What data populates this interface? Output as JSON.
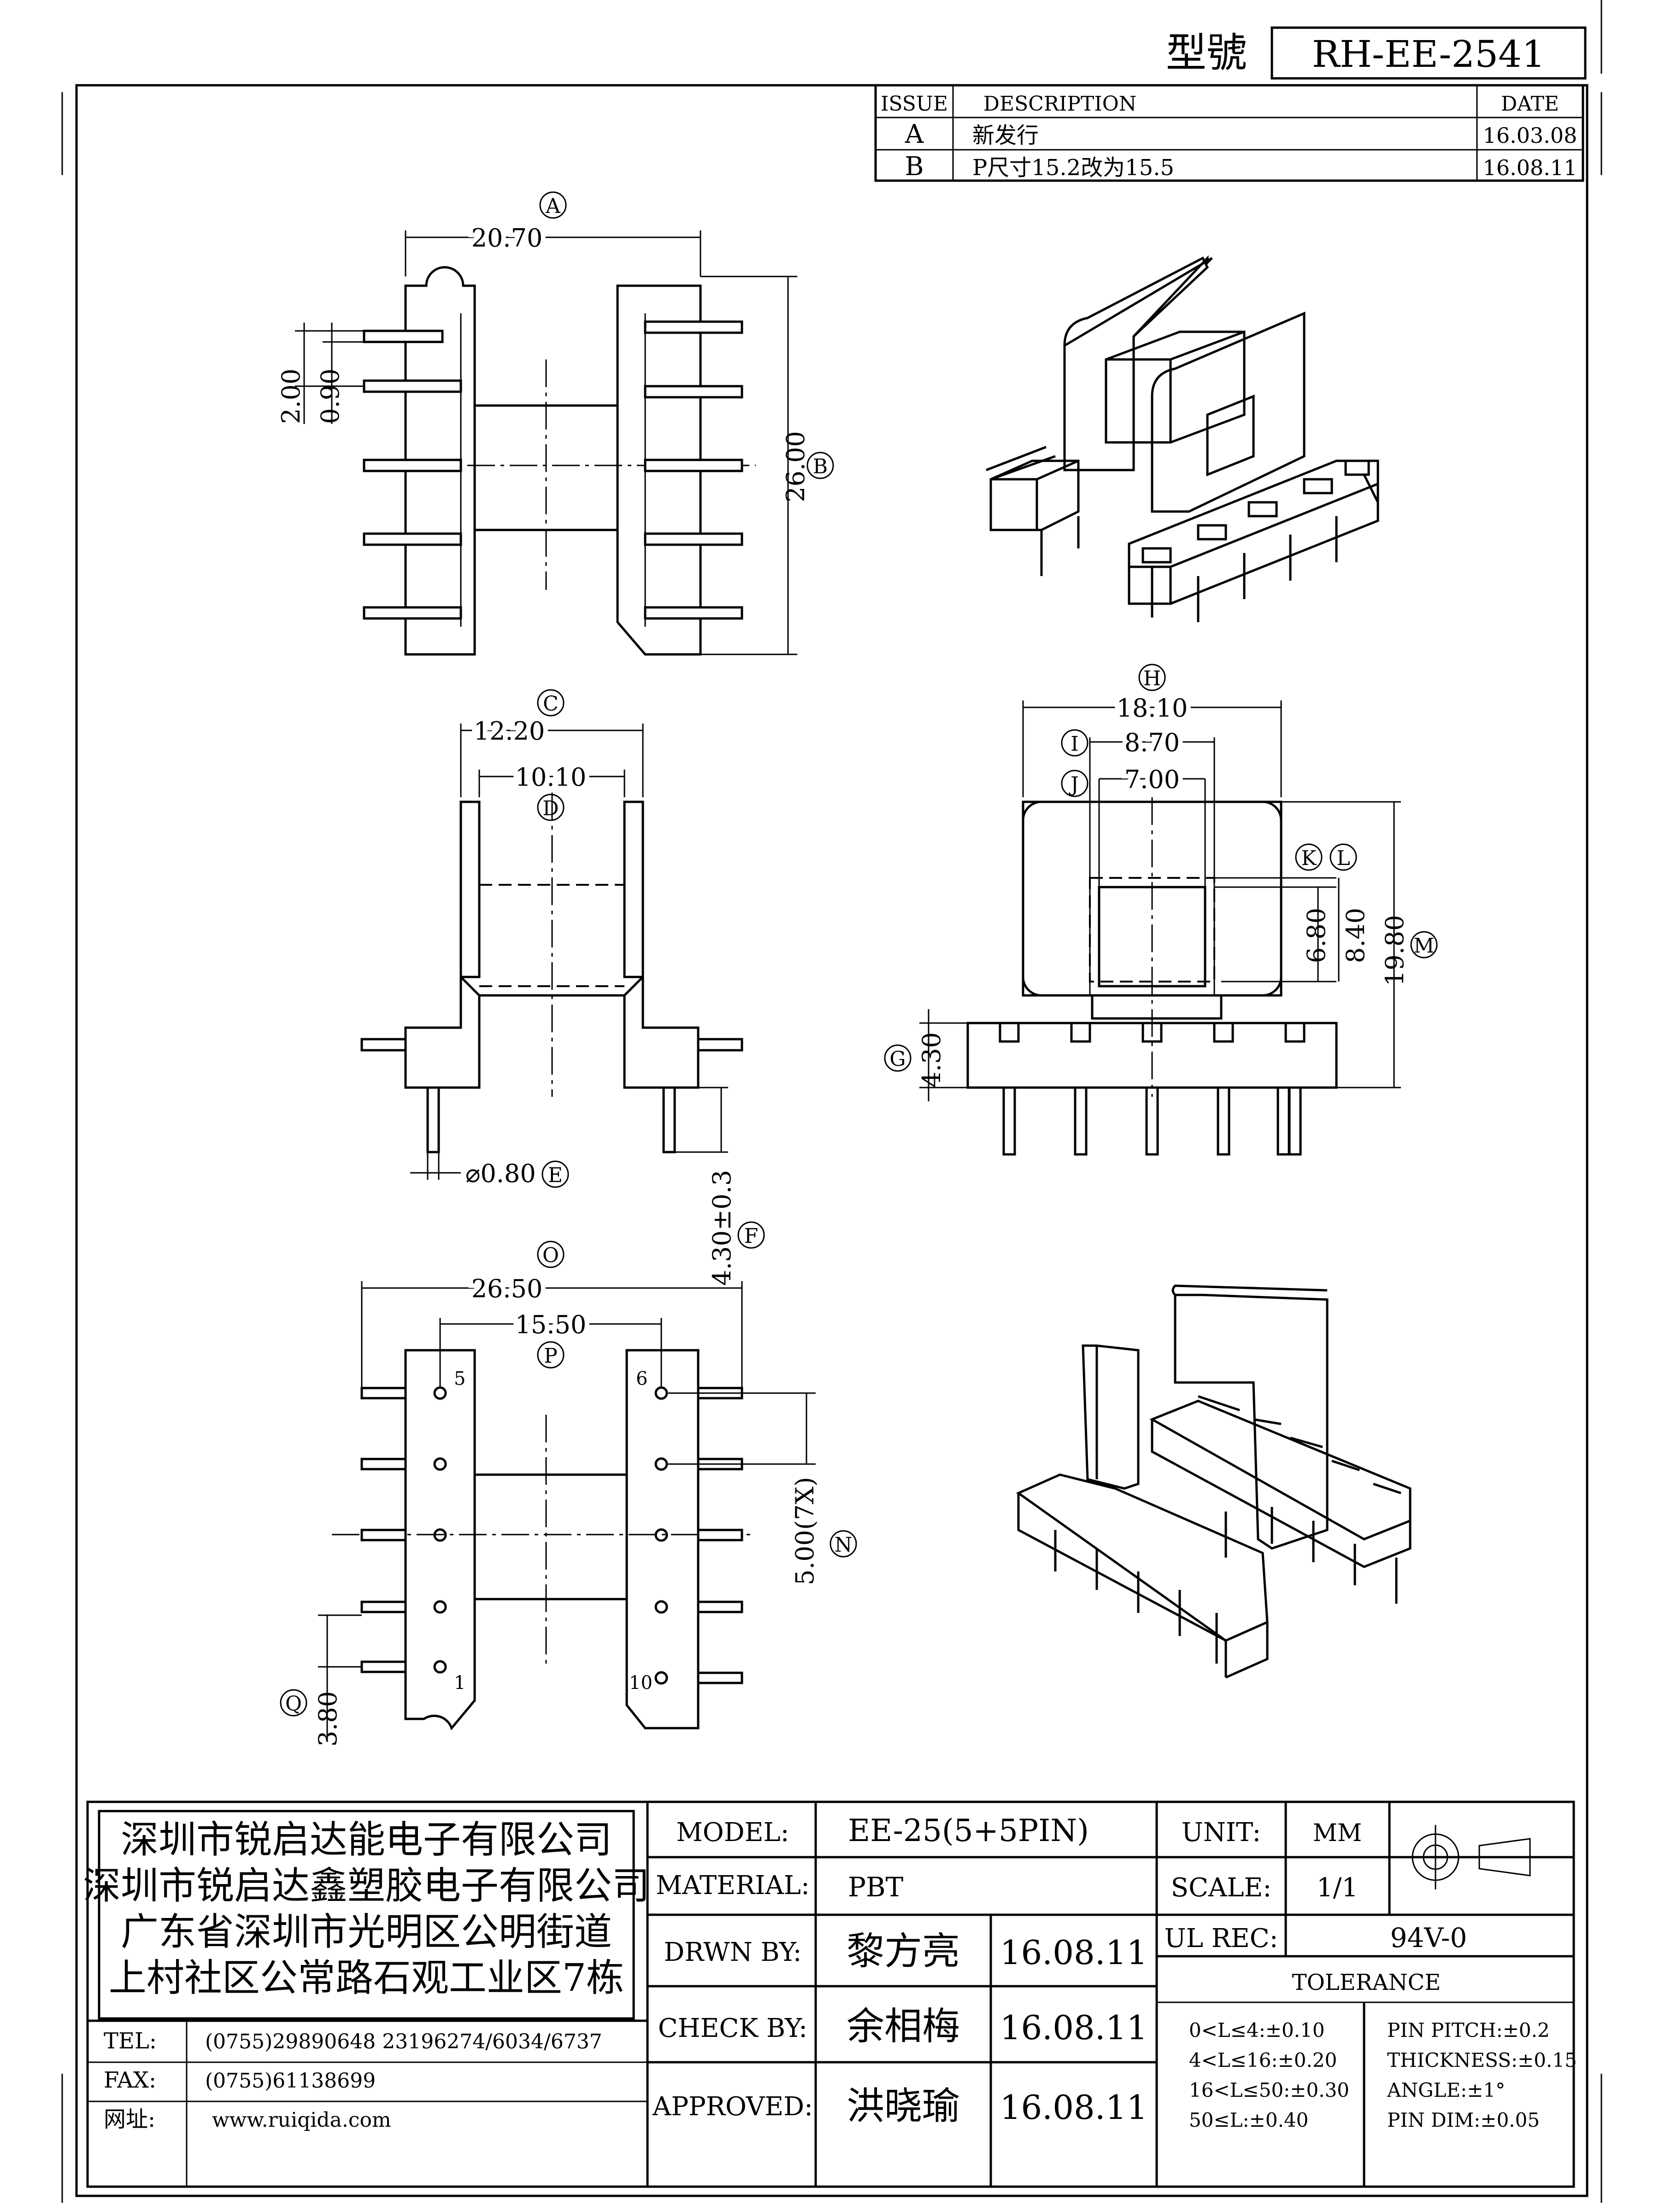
{
  "header": {
    "model_label": "型號",
    "model_no": "RH-EE-2541"
  },
  "revisions": {
    "headers": [
      "ISSUE",
      "DESCRIPTION",
      "DATE"
    ],
    "rows": [
      {
        "issue": "A",
        "description": "新发行",
        "date": "16.03.08"
      },
      {
        "issue": "B",
        "description": "P尺寸15.2改为15.5",
        "date": "16.08.11"
      }
    ]
  },
  "dimensions": {
    "top_width": "20.70",
    "top_width_ref": "A",
    "pin_offset": "2.00",
    "pin_dia_top": "0.90",
    "length": "26.00",
    "length_ref": "B",
    "flange_width": "12.20",
    "flange_width_ref": "C",
    "core_width": "10.10",
    "core_width_ref": "D",
    "pin_dia": "⌀0.80",
    "pin_dia_ref": "E",
    "pin_length": "4.30±0.3",
    "pin_length_ref": "F",
    "base_height": "4.30",
    "base_height_ref": "G",
    "overall_width": "18.10",
    "overall_width_ref": "H",
    "window_outer": "8.70",
    "window_outer_ref": "I",
    "window_inner": "7.00",
    "window_inner_ref": "J",
    "window_h1": "6.80",
    "window_h1_ref": "K",
    "window_h2": "8.40",
    "window_h2_ref": "L",
    "overall_height": "19.80",
    "overall_height_ref": "M",
    "pin_pitch": "5.00(7X)",
    "pin_pitch_ref": "N",
    "pin_span": "26.50",
    "pin_span_ref": "O",
    "row_span": "15.50",
    "row_span_ref": "P",
    "edge_offset": "3.80",
    "edge_offset_ref": "Q"
  },
  "pin_labels": {
    "p5": "5",
    "p6": "6",
    "p1": "1",
    "p10": "10"
  },
  "company": {
    "lines": [
      "深圳市锐启达能电子有限公司",
      "深圳市锐启达鑫塑胶电子有限公司",
      "广东省深圳市光明区公明街道",
      "上村社区公常路石观工业区7栋"
    ],
    "tel_label": "TEL:",
    "tel": "(0755)29890648   23196274/6034/6737",
    "fax_label": "FAX:",
    "fax": "(0755)61138699",
    "web_label": "网址:",
    "web": "www.ruiqida.com"
  },
  "title_block": {
    "model_label": "MODEL:",
    "model": "EE-25(5+5PIN)",
    "material_label": "MATERIAL:",
    "material": "PBT",
    "drawn_label": "DRWN BY:",
    "drawn_name": "黎方亮",
    "drawn_date": "16.08.11",
    "check_label": "CHECK BY:",
    "check_name": "余相梅",
    "check_date": "16.08.11",
    "approved_label": "APPROVED:",
    "approved_name": "洪晓瑜",
    "approved_date": "16.08.11",
    "unit_label": "UNIT:",
    "unit": "MM",
    "scale_label": "SCALE:",
    "scale": "1/1",
    "ul_label": "UL REC:",
    "ul": "94V-0",
    "tolerance_label": "TOLERANCE",
    "tol_left": [
      "0<L≤4:±0.10",
      "4<L≤16:±0.20",
      "16<L≤50:±0.30",
      "50≤L:±0.40"
    ],
    "tol_right": [
      "PIN PITCH:±0.2",
      "THICKNESS:±0.15",
      "ANGLE:±1°",
      "PIN DIM:±0.05"
    ]
  }
}
